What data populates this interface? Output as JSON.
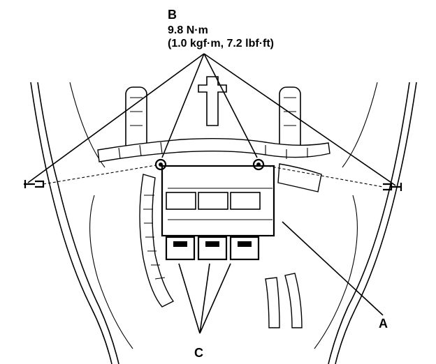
{
  "callouts": {
    "b": {
      "letter": "B",
      "torque_nm": "9.8 N·m",
      "torque_alt": "(1.0 kgf·m, 7.2 lbf·ft)"
    },
    "a": {
      "letter": "A"
    },
    "c": {
      "letter": "C"
    }
  }
}
